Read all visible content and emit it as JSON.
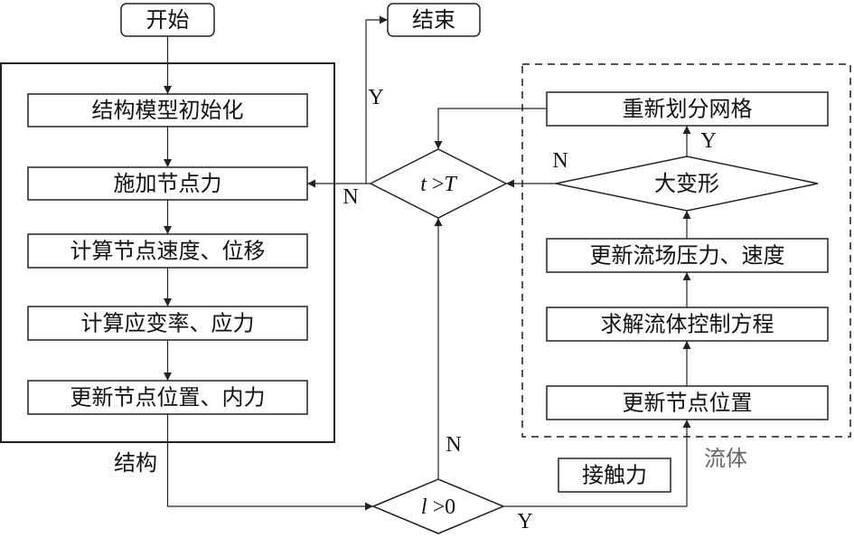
{
  "nodes": {
    "start": "开始",
    "end": "结束",
    "init_model": "结构模型初始化",
    "apply_force": "施加节点力",
    "calc_velocity": "计算节点速度、位移",
    "calc_strain": "计算应变率、应力",
    "update_struct": "更新节点位置、内力",
    "remesh": "重新划分网格",
    "big_deform": "大变形",
    "update_flow": "更新流场压力、速度",
    "solve_fluid": "求解流体控制方程",
    "update_fluid_nodes": "更新节点位置",
    "contact_force": "接触力"
  },
  "decisions": {
    "time": {
      "var": "t",
      "op": " >",
      "rhs": "T"
    },
    "contact": {
      "var": "l",
      "op": " >",
      "rhs": "0"
    }
  },
  "edge_labels": {
    "yes_to_end": "Y",
    "no_from_time": "N",
    "no_into_time": "N",
    "yes_remesh": "Y",
    "no_contact": "N",
    "yes_contact": "Y"
  },
  "regions": {
    "structure": "结构",
    "fluid": "流体"
  }
}
